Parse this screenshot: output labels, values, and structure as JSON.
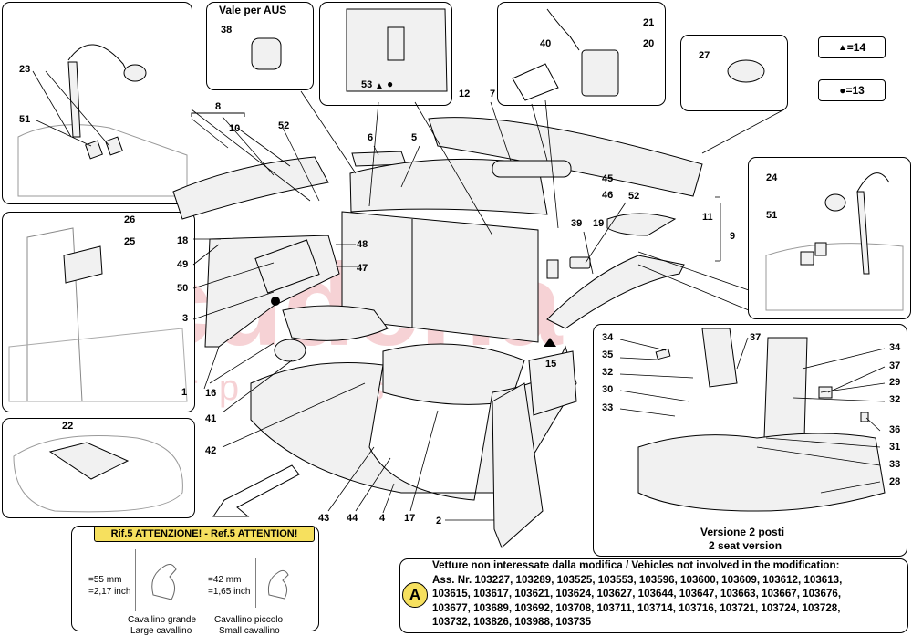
{
  "callouts": [
    {
      "id": "c23a",
      "text": "23"
    },
    {
      "id": "c51a",
      "text": "51"
    },
    {
      "id": "c38",
      "text": "38"
    },
    {
      "id": "c53",
      "text": "53"
    },
    {
      "id": "c8",
      "text": "8"
    },
    {
      "id": "c10",
      "text": "10"
    },
    {
      "id": "c52a",
      "text": "52"
    },
    {
      "id": "c6",
      "text": "6"
    },
    {
      "id": "c5",
      "text": "5"
    },
    {
      "id": "c21",
      "text": "21"
    },
    {
      "id": "c40",
      "text": "40"
    },
    {
      "id": "c20",
      "text": "20"
    },
    {
      "id": "c12",
      "text": "12"
    },
    {
      "id": "c7",
      "text": "7"
    },
    {
      "id": "c27",
      "text": "27"
    },
    {
      "id": "c45",
      "text": "45"
    },
    {
      "id": "c46",
      "text": "46"
    },
    {
      "id": "c24",
      "text": "24"
    },
    {
      "id": "c51b",
      "text": "51"
    },
    {
      "id": "c26",
      "text": "26"
    },
    {
      "id": "c25",
      "text": "25"
    },
    {
      "id": "c18",
      "text": "18"
    },
    {
      "id": "c49",
      "text": "49"
    },
    {
      "id": "c48",
      "text": "48"
    },
    {
      "id": "c47",
      "text": "47"
    },
    {
      "id": "c50",
      "text": "50"
    },
    {
      "id": "c3",
      "text": "3"
    },
    {
      "id": "c39",
      "text": "39"
    },
    {
      "id": "c19",
      "text": "19"
    },
    {
      "id": "c52b",
      "text": "52"
    },
    {
      "id": "c11",
      "text": "11"
    },
    {
      "id": "c9",
      "text": "9"
    },
    {
      "id": "c1",
      "text": "1"
    },
    {
      "id": "c16",
      "text": "16"
    },
    {
      "id": "c41",
      "text": "41"
    },
    {
      "id": "c42",
      "text": "42"
    },
    {
      "id": "c15",
      "text": "15"
    },
    {
      "id": "c22",
      "text": "22"
    },
    {
      "id": "c43",
      "text": "43"
    },
    {
      "id": "c44",
      "text": "44"
    },
    {
      "id": "c4",
      "text": "4"
    },
    {
      "id": "c17",
      "text": "17"
    },
    {
      "id": "c2",
      "text": "2"
    },
    {
      "id": "c34a",
      "text": "34"
    },
    {
      "id": "c35",
      "text": "35"
    },
    {
      "id": "c32a",
      "text": "32"
    },
    {
      "id": "c30",
      "text": "30"
    },
    {
      "id": "c33a",
      "text": "33"
    },
    {
      "id": "c37a",
      "text": "37"
    },
    {
      "id": "c34b",
      "text": "34"
    },
    {
      "id": "c37b",
      "text": "37"
    },
    {
      "id": "c29",
      "text": "29"
    },
    {
      "id": "c32b",
      "text": "32"
    },
    {
      "id": "c36",
      "text": "36"
    },
    {
      "id": "c31",
      "text": "31"
    },
    {
      "id": "c33b",
      "text": "33"
    },
    {
      "id": "c28",
      "text": "28"
    }
  ],
  "aus_box": {
    "title": "Vale per AUS"
  },
  "legend": [
    {
      "symbol": "▲",
      "text": "=14"
    },
    {
      "symbol": "●",
      "text": "=13"
    }
  ],
  "version_box": {
    "line1": "Versione 2 posti",
    "line2": "2 seat version"
  },
  "attention": {
    "header": "Rif.5 ATTENZIONE! - Ref.5 ATTENTION!",
    "large": {
      "size_mm": "=55 mm",
      "size_in": "=2,17 inch",
      "label_it": "Cavallino grande",
      "label_en": "Large cavallino"
    },
    "small": {
      "size_mm": "=42 mm",
      "size_in": "=1,65 inch",
      "label_it": "Cavallino piccolo",
      "label_en": "Small cavallino"
    }
  },
  "vehicles": {
    "badge": "A",
    "lines": [
      "Vetture non interessate dalla modifica / Vehicles not involved in the modification:",
      "Ass. Nr. 103227, 103289, 103525, 103553, 103596, 103600, 103609, 103612, 103613,",
      "103615, 103617, 103621, 103624, 103627, 103644, 103647, 103663, 103667, 103676,",
      "103677, 103689, 103692, 103708, 103711, 103714, 103716, 103721, 103724, 103728,",
      "103732, 103826, 103988, 103735"
    ]
  },
  "watermark": {
    "line1": "scuderia",
    "line2": "c a r   p a r t s"
  },
  "colors": {
    "watermark": "#f2b8bd",
    "attention": "#f6e05e",
    "line": "#000000",
    "part_fill": "#f1f1f1"
  }
}
